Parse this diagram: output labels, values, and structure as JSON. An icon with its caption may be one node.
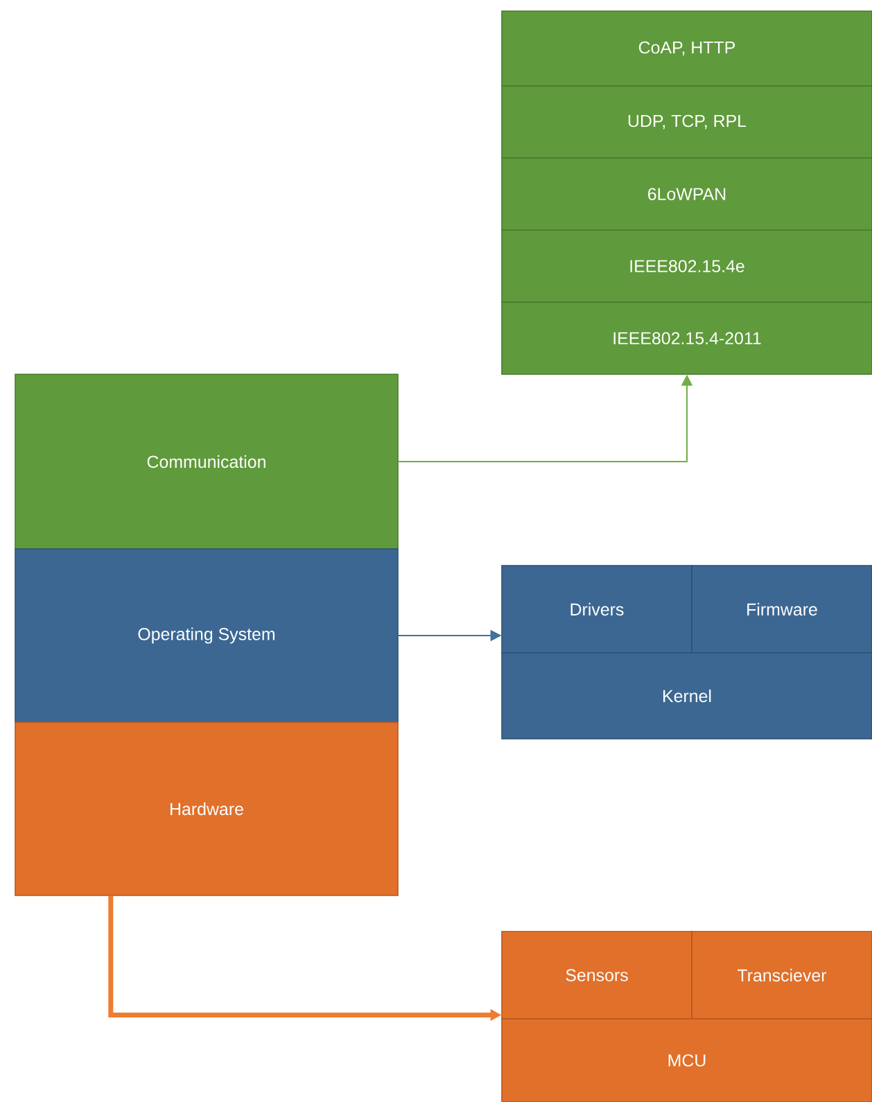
{
  "diagram": {
    "nodes": [
      {
        "text": [
          "CoAP, HTTP"
        ]
      },
      {
        "text": [
          "UDP, TCP, RPL"
        ]
      },
      {
        "text": [
          "6LoWPAN"
        ]
      },
      {
        "text": [
          "IEEE802.15.4e"
        ]
      },
      {
        "text": [
          "IEEE802.15.4-2011"
        ]
      },
      {
        "text": [
          "Communication"
        ]
      },
      {
        "text": [
          "Operating System"
        ]
      },
      {
        "text": [
          "Hardware"
        ]
      },
      {
        "text": [
          "Drivers"
        ]
      },
      {
        "text": [
          "Firmware"
        ]
      },
      {
        "text": [
          "Kernel"
        ]
      },
      {
        "text": [
          "Sensors"
        ]
      },
      {
        "text": [
          "Transciever"
        ]
      },
      {
        "text": [
          "MCU"
        ]
      }
    ],
    "edges": [
      {
        "from": 5,
        "to": 4,
        "arrow": "to",
        "color": "#70ad47"
      },
      {
        "from": 6,
        "to": 8,
        "arrow": "to",
        "color": "#41719c"
      },
      {
        "from": 7,
        "to": 11,
        "arrow": "to",
        "style": "thick",
        "color": "#ed7d31"
      }
    ]
  }
}
